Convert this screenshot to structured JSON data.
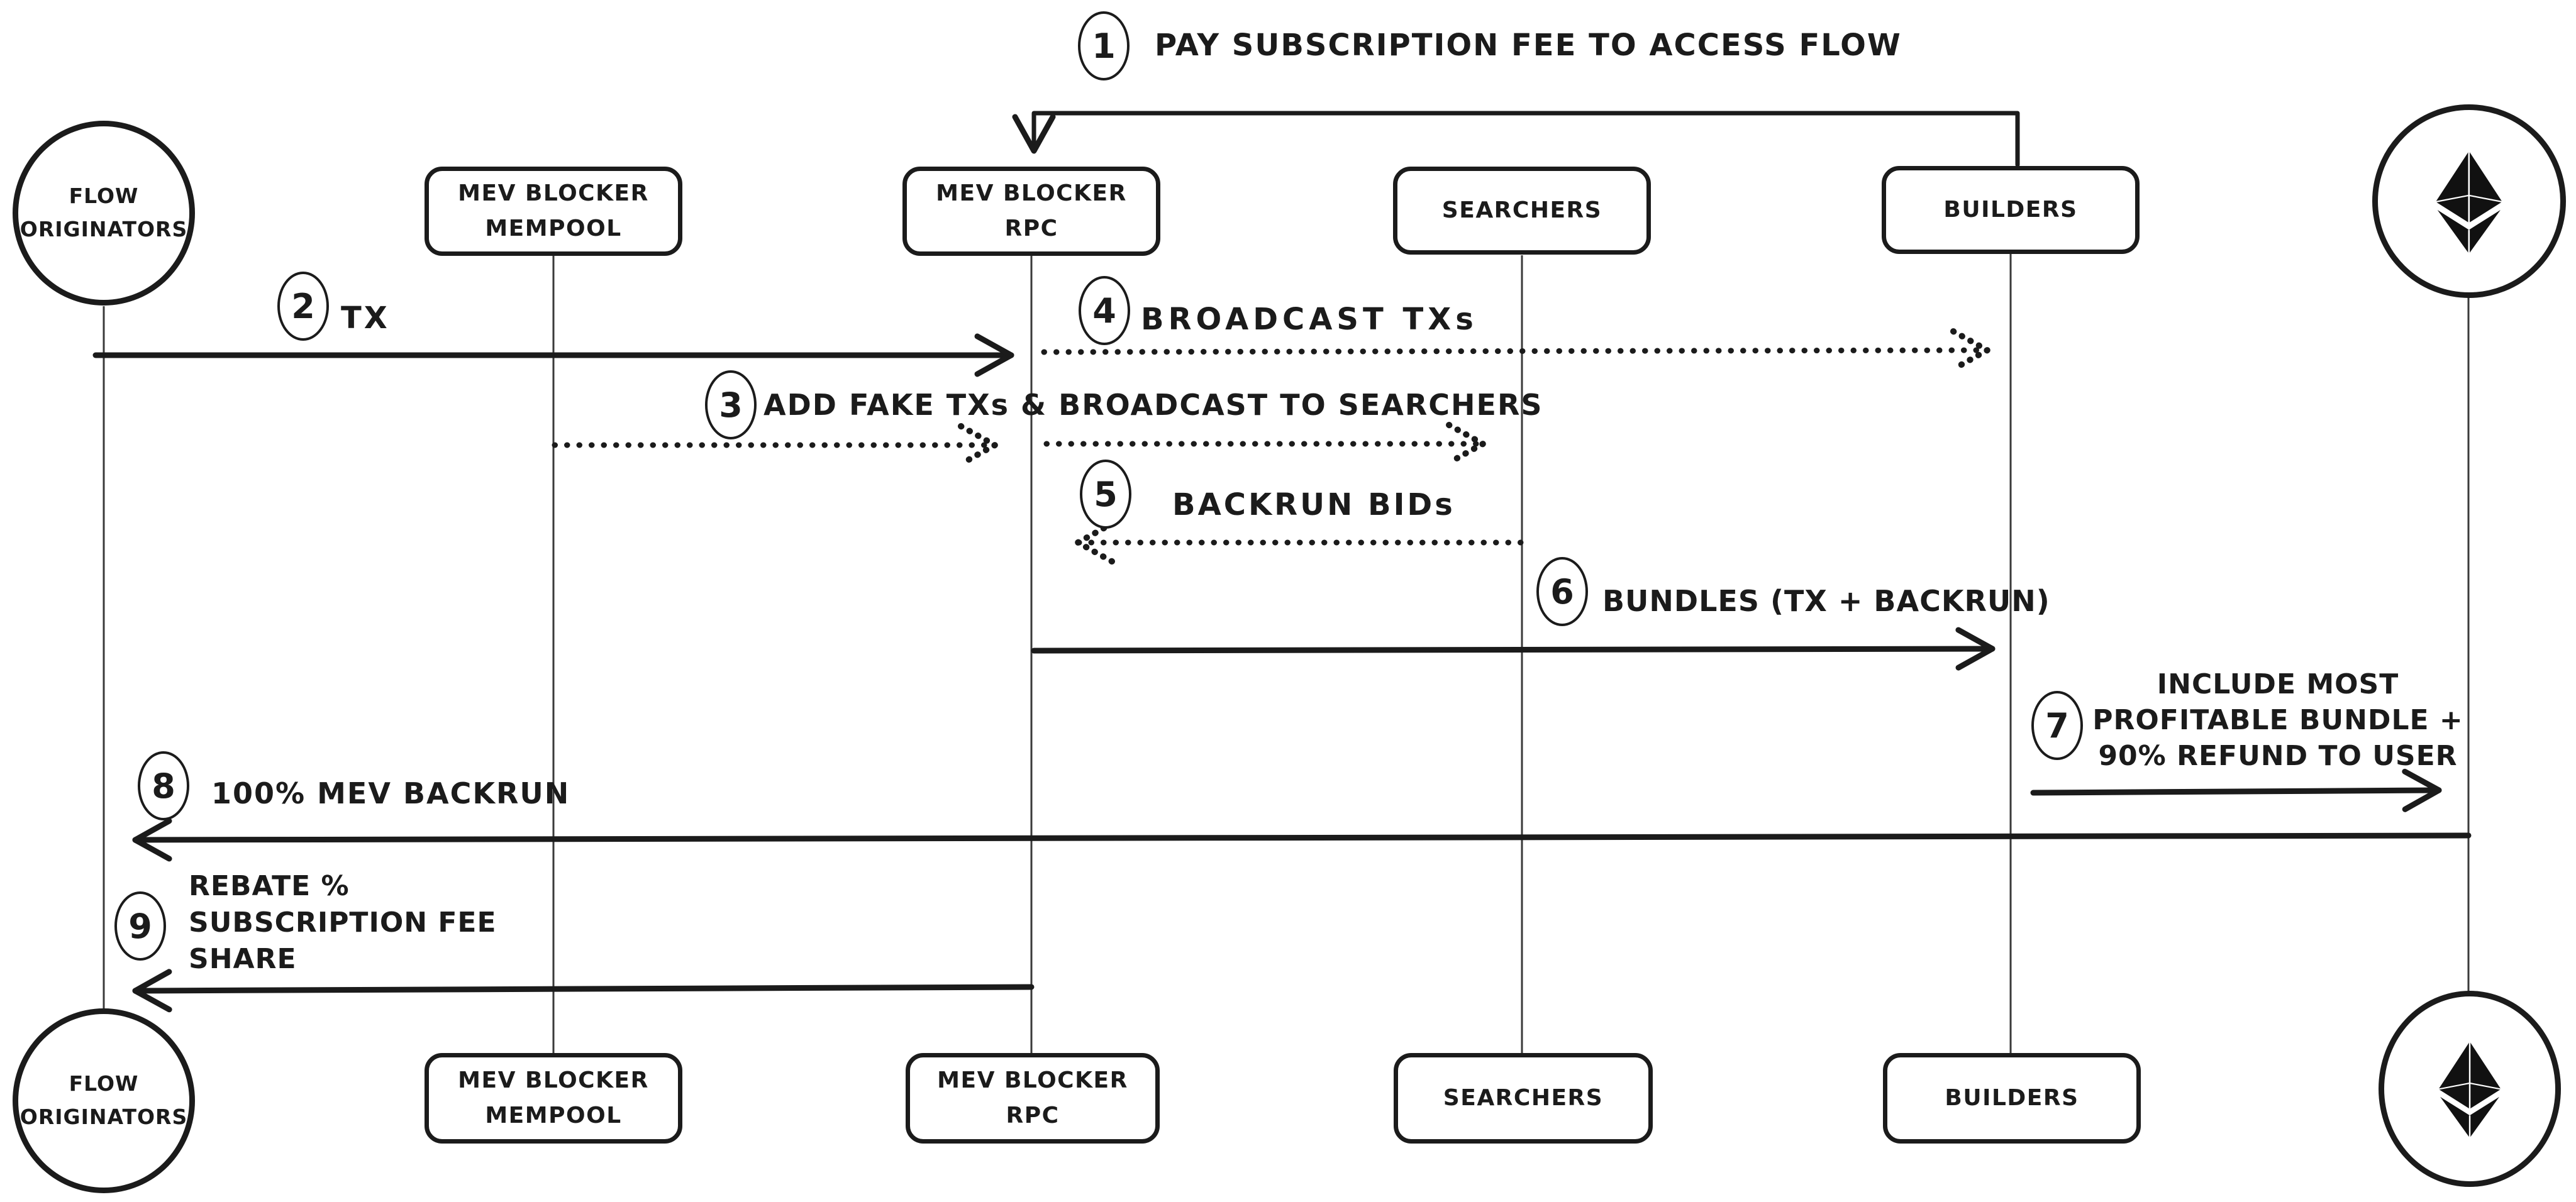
{
  "colors": {
    "ink": "#1b1b1b",
    "background": "#ffffff"
  },
  "entities": [
    {
      "label": "FLOW ORIGINATORS",
      "shape": "circle"
    },
    {
      "label": "MEV BLOCKER MEMPOOL",
      "shape": "box"
    },
    {
      "label": "MEV BLOCKER RPC",
      "shape": "box"
    },
    {
      "label": "SEARCHERS",
      "shape": "box"
    },
    {
      "label": "BUILDERS",
      "shape": "box"
    },
    {
      "icon": "ethereum-logo",
      "shape": "circle"
    }
  ],
  "messages": [
    {
      "num": "1",
      "text": "PAY SUBSCRIPTION FEE TO ACCESS FLOW",
      "from": "BUILDERS",
      "to": "MEV BLOCKER RPC",
      "style": "solid"
    },
    {
      "num": "2",
      "text": "TX",
      "from": "FLOW ORIGINATORS",
      "to": "MEV BLOCKER RPC",
      "style": "solid"
    },
    {
      "num": "3",
      "text": "ADD FAKE TXs & BROADCAST TO SEARCHERS",
      "from": "MEV BLOCKER MEMPOOL",
      "to": "SEARCHERS",
      "style": "dotted"
    },
    {
      "num": "4",
      "text": "BROADCAST TXs",
      "from": "MEV BLOCKER RPC",
      "to": "BUILDERS",
      "style": "dotted"
    },
    {
      "num": "5",
      "text": "BACKRUN BIDs",
      "from": "SEARCHERS",
      "to": "MEV BLOCKER RPC",
      "style": "dotted"
    },
    {
      "num": "6",
      "text": "BUNDLES (TX + BACKRUN)",
      "from": "MEV BLOCKER RPC",
      "to": "BUILDERS",
      "style": "solid"
    },
    {
      "num": "7",
      "lines": [
        "INCLUDE MOST",
        "PROFITABLE BUNDLE +",
        "90% REFUND TO USER"
      ],
      "from": "BUILDERS",
      "to": "ETHEREUM",
      "style": "solid"
    },
    {
      "num": "8",
      "text": "100% MEV BACKRUN",
      "from": "ETHEREUM",
      "to": "FLOW ORIGINATORS",
      "style": "solid"
    },
    {
      "num": "9",
      "lines": [
        "REBATE %",
        "SUBSCRIPTION FEE",
        "SHARE"
      ],
      "from": "MEV BLOCKER RPC",
      "to": "FLOW ORIGINATORS",
      "style": "solid"
    }
  ]
}
